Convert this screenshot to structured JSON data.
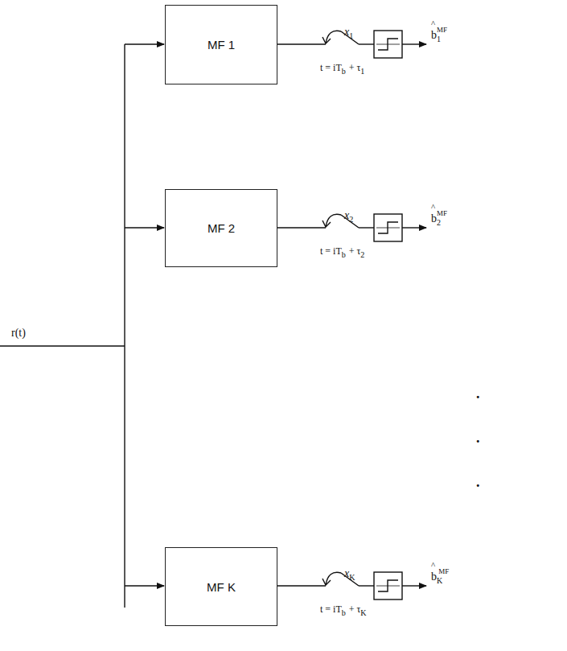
{
  "diagram": {
    "nodes": [
      {
        "text": [
          "MF 1"
        ]
      },
      {
        "text": [
          "MF 2"
        ]
      },
      {
        "text": [
          "MF K"
        ]
      }
    ],
    "labels": [
      "r(t)",
      "x",
      "1",
      "t = iT",
      "b",
      "+ τ",
      "1",
      "^",
      "b",
      "1",
      "MF",
      "x",
      "2",
      "t = iT",
      "b",
      "+ τ",
      "2",
      "^",
      "b",
      "2",
      "MF",
      "x",
      "K",
      "t = iT",
      "b",
      "+ τ",
      "K",
      "^",
      "b",
      "K",
      "MF",
      ".",
      ".",
      "."
    ]
  }
}
